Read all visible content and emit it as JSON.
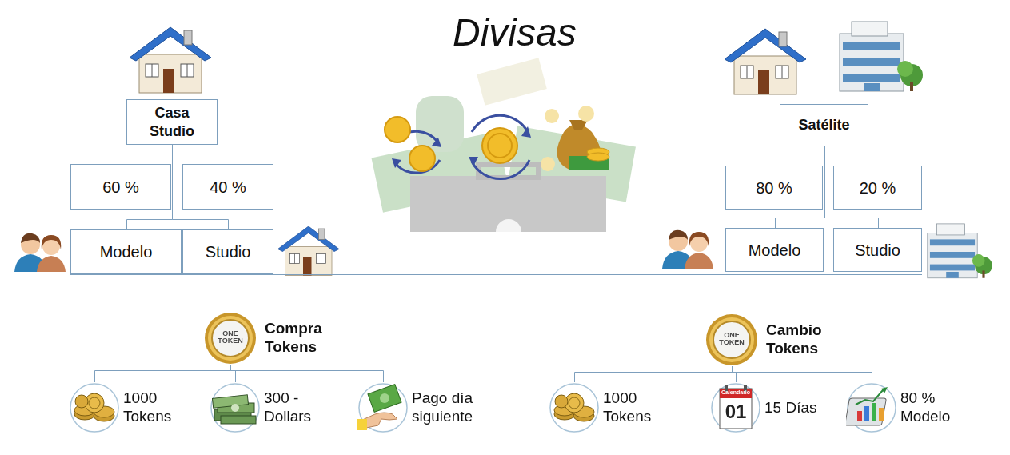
{
  "diagram": {
    "title": "Divisas",
    "nodes": [
      {
        "text": [
          "Casa Studio"
        ]
      },
      {
        "text": [
          "60 %"
        ]
      },
      {
        "text": [
          "40 %"
        ]
      },
      {
        "text": [
          "Modelo"
        ]
      },
      {
        "text": [
          "Studio"
        ]
      },
      {
        "text": [
          "Satélite"
        ]
      },
      {
        "text": [
          "80 %"
        ]
      },
      {
        "text": [
          "20 %"
        ]
      },
      {
        "text": [
          "Modelo"
        ]
      },
      {
        "text": [
          "Studio"
        ]
      },
      {
        "text": [
          "ONE TOKEN",
          "Compra Tokens"
        ]
      },
      {
        "text": [
          "1000 Tokens"
        ]
      },
      {
        "text": [
          "300 - Dollars"
        ]
      },
      {
        "text": [
          "Pago día siguiente"
        ]
      },
      {
        "text": [
          "ONE TOKEN",
          "Cambio Tokens"
        ]
      },
      {
        "text": [
          "1000 Tokens"
        ]
      },
      {
        "text": [
          "15 Días"
        ]
      },
      {
        "text": [
          "80 % Modelo"
        ]
      }
    ],
    "edges": [
      {
        "from": 0,
        "to": 3,
        "arrow": "none"
      },
      {
        "from": 0,
        "to": 4,
        "arrow": "none"
      },
      {
        "from": 5,
        "to": 8,
        "arrow": "none"
      },
      {
        "from": 5,
        "to": 9,
        "arrow": "none"
      },
      {
        "from": 10,
        "to": 11,
        "arrow": "none"
      },
      {
        "from": 10,
        "to": 12,
        "arrow": "none"
      },
      {
        "from": 10,
        "to": 13,
        "arrow": "none"
      },
      {
        "from": 14,
        "to": 15,
        "arrow": "none"
      },
      {
        "from": 14,
        "to": 16,
        "arrow": "none"
      },
      {
        "from": 14,
        "to": 17,
        "arrow": "none"
      }
    ],
    "labels": [
      "Calendario",
      "01"
    ]
  }
}
